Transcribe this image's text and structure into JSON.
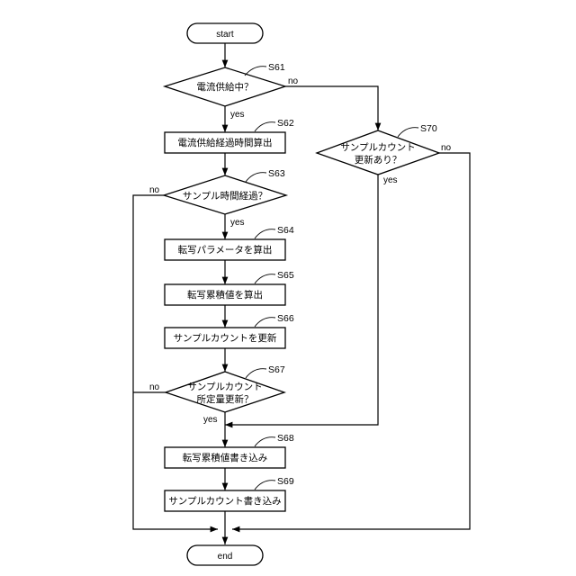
{
  "nodes": {
    "start": "start",
    "s61": "電流供給中？",
    "s62": "電流供給経過時間算出",
    "s63": "サンプル時間経過？",
    "s64": "転写パラメータを算出",
    "s65": "転写累積値を算出",
    "s66": "サンプルカウントを更新",
    "s67_line1": "サンプルカウント",
    "s67_line2": "所定量更新？",
    "s68": "転写累積値書き込み",
    "s69": "サンプルカウント書き込み",
    "s70_line1": "サンプルカウント",
    "s70_line2": "更新あり？",
    "end": "end"
  },
  "steps": {
    "s61": "S61",
    "s62": "S62",
    "s63": "S63",
    "s64": "S64",
    "s65": "S65",
    "s66": "S66",
    "s67": "S67",
    "s68": "S68",
    "s69": "S69",
    "s70": "S70"
  },
  "branches": {
    "s61_yes": "yes",
    "s61_no": "no",
    "s63_yes": "yes",
    "s63_no": "no",
    "s67_yes": "yes",
    "s67_no": "no",
    "s70_yes": "yes",
    "s70_no": "no"
  }
}
